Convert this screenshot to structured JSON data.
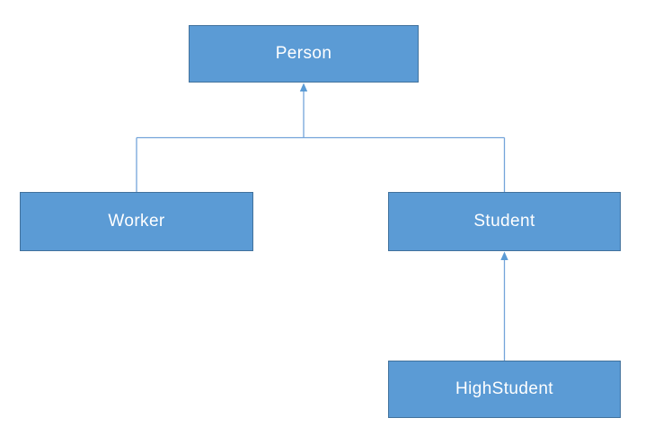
{
  "diagram": {
    "type": "class-hierarchy",
    "nodes": [
      {
        "id": "person",
        "label": "Person"
      },
      {
        "id": "worker",
        "label": "Worker"
      },
      {
        "id": "student",
        "label": "Student"
      },
      {
        "id": "highstudent",
        "label": "HighStudent"
      }
    ],
    "edges": [
      {
        "from": "worker",
        "to": "person",
        "arrow_at": "person"
      },
      {
        "from": "student",
        "to": "person",
        "arrow_at": "person"
      },
      {
        "from": "highstudent",
        "to": "student",
        "arrow_at": "student"
      }
    ],
    "colors": {
      "node_fill": "#5b9bd5",
      "node_border": "#41719c",
      "connector": "#74a4da",
      "arrow": "#5b9bd5",
      "label_text": "#ffffff",
      "background": "#ffffff"
    }
  }
}
